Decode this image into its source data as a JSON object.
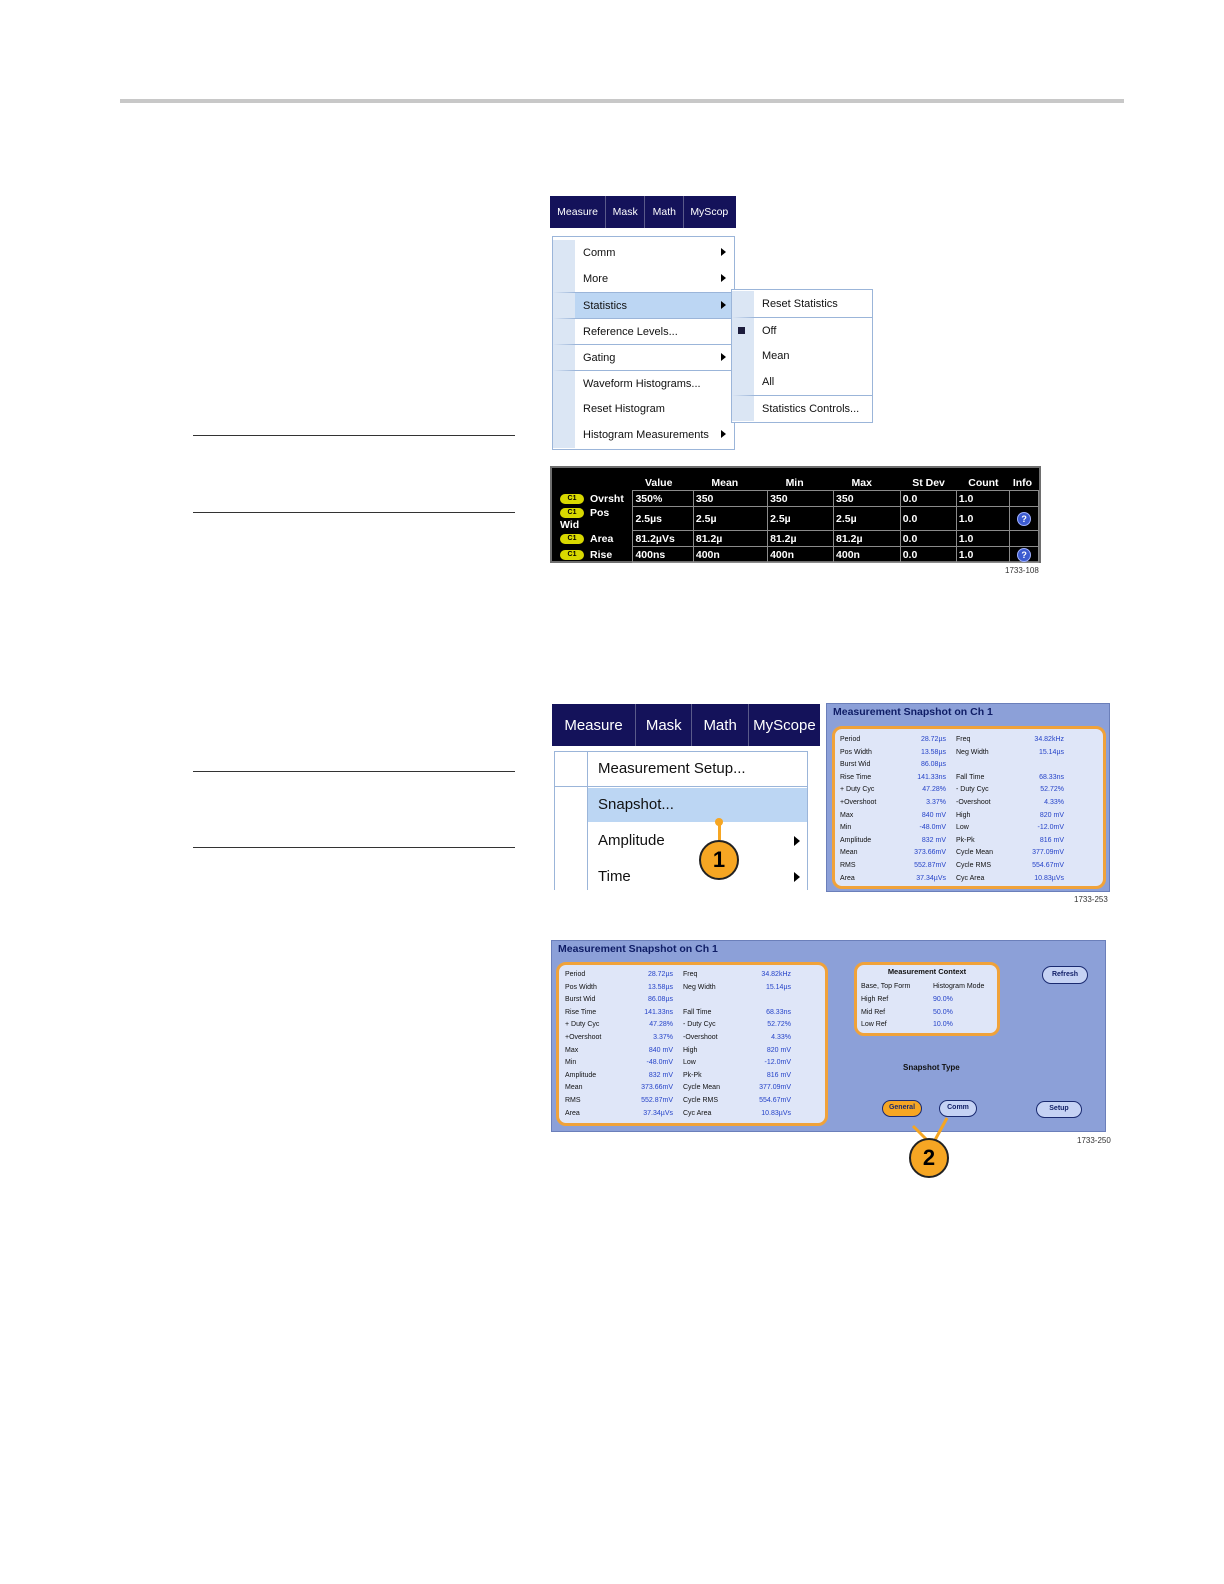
{
  "menu1": {
    "tabs": [
      "Measure",
      "Mask",
      "Math",
      "MyScop"
    ],
    "items": [
      {
        "label": "Comm",
        "arrow": true
      },
      {
        "label": "More",
        "arrow": true
      },
      {
        "label": "Statistics",
        "arrow": true
      },
      {
        "label": "Reference Levels...",
        "arrow": false
      },
      {
        "label": "Gating",
        "arrow": true
      },
      {
        "label": "Waveform Histograms...",
        "arrow": false
      },
      {
        "label": "Reset Histogram",
        "arrow": false
      },
      {
        "label": "Histogram Measurements",
        "arrow": true
      }
    ],
    "submenu": [
      "Reset Statistics",
      "Off",
      "Mean",
      "All",
      "Statistics Controls..."
    ]
  },
  "stats_table": {
    "headers": [
      "Value",
      "Mean",
      "Min",
      "Max",
      "St Dev",
      "Count",
      "Info"
    ],
    "rows": [
      {
        "badge": "C1",
        "label": "Ovrsht",
        "cells": [
          "350%",
          "350",
          "350",
          "350",
          "0.0",
          "1.0"
        ],
        "info": false
      },
      {
        "badge": "C1",
        "label": "Pos Wid",
        "cells": [
          "2.5µs",
          "2.5µ",
          "2.5µ",
          "2.5µ",
          "0.0",
          "1.0"
        ],
        "info": true
      },
      {
        "badge": "C1",
        "label": "Area",
        "cells": [
          "81.2µVs",
          "81.2µ",
          "81.2µ",
          "81.2µ",
          "0.0",
          "1.0"
        ],
        "info": false
      },
      {
        "badge": "C1",
        "label": "Rise",
        "cells": [
          "400ns",
          "400n",
          "400n",
          "400n",
          "0.0",
          "1.0"
        ],
        "info": true
      }
    ],
    "info_glyph": "?",
    "figure_id": "1733-108"
  },
  "menu2": {
    "tabs": [
      "Measure",
      "Mask",
      "Math",
      "MyScope"
    ],
    "items": [
      {
        "label": "Measurement Setup...",
        "arrow": false
      },
      {
        "label": "Snapshot...",
        "arrow": false
      },
      {
        "label": "Amplitude",
        "arrow": true
      },
      {
        "label": "Time",
        "arrow": true
      }
    ],
    "callout": "1"
  },
  "snapshot_small": {
    "title": "Measurement Snapshot on Ch 1",
    "figure_id": "1733-253"
  },
  "measurements": [
    [
      "Period",
      "28.72µs",
      "Freq",
      "34.82kHz"
    ],
    [
      "Pos Width",
      "13.58µs",
      "Neg Width",
      "15.14µs"
    ],
    [
      "Burst Wid",
      "86.08µs",
      "",
      ""
    ],
    [
      "Rise Time",
      "141.33ns",
      "Fall Time",
      "68.33ns"
    ],
    [
      "+ Duty Cyc",
      "47.28%",
      "- Duty Cyc",
      "52.72%"
    ],
    [
      "+Overshoot",
      "3.37%",
      "-Overshoot",
      "4.33%"
    ],
    [
      "Max",
      "840 mV",
      "High",
      "820 mV"
    ],
    [
      "Min",
      "-48.0mV",
      "Low",
      "-12.0mV"
    ],
    [
      "Amplitude",
      "832 mV",
      "Pk-Pk",
      "816 mV"
    ],
    [
      "Mean",
      "373.66mV",
      "Cycle Mean",
      "377.09mV"
    ],
    [
      "RMS",
      "552.87mV",
      "Cycle RMS",
      "554.67mV"
    ],
    [
      "Area",
      "37.34µVs",
      "Cyc Area",
      "10.83µVs"
    ]
  ],
  "snapshot_large": {
    "title": "Measurement Snapshot on Ch 1",
    "context": {
      "title": "Measurement Context",
      "rows": [
        [
          "Base, Top Form",
          "Histogram Mode"
        ],
        [
          "High Ref",
          "90.0%"
        ],
        [
          "Mid Ref",
          "50.0%"
        ],
        [
          "Low Ref",
          "10.0%"
        ]
      ]
    },
    "refresh": "Refresh",
    "snapshot_type": "Snapshot Type",
    "general": "General",
    "comm": "Comm",
    "setup": "Setup",
    "callout": "2",
    "figure_id": "1733-250"
  },
  "colors": {
    "menubar": "#14125a",
    "menu_highlight": "#bcd6f3",
    "callout": "#f6a623",
    "snapshot_bg": "#8ca0d8",
    "snapshot_border": "#f0a23a",
    "value_blue": "#2442c8"
  }
}
